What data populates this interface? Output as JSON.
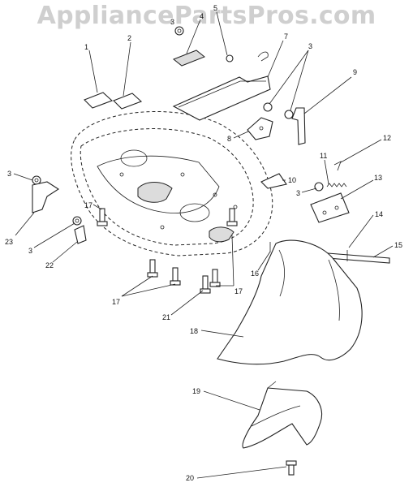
{
  "watermark": "AppliancePartsPros.com",
  "callouts": [
    "1",
    "2",
    "3",
    "4",
    "5",
    "7",
    "3",
    "9",
    "8",
    "12",
    "11",
    "3",
    "10",
    "13",
    "3",
    "17",
    "14",
    "23",
    "3",
    "15",
    "22",
    "16",
    "17",
    "17",
    "21",
    "18",
    "19",
    "20"
  ],
  "colors": {
    "line": "#222222",
    "watermark": "#cfcfcf",
    "background": "#ffffff"
  }
}
